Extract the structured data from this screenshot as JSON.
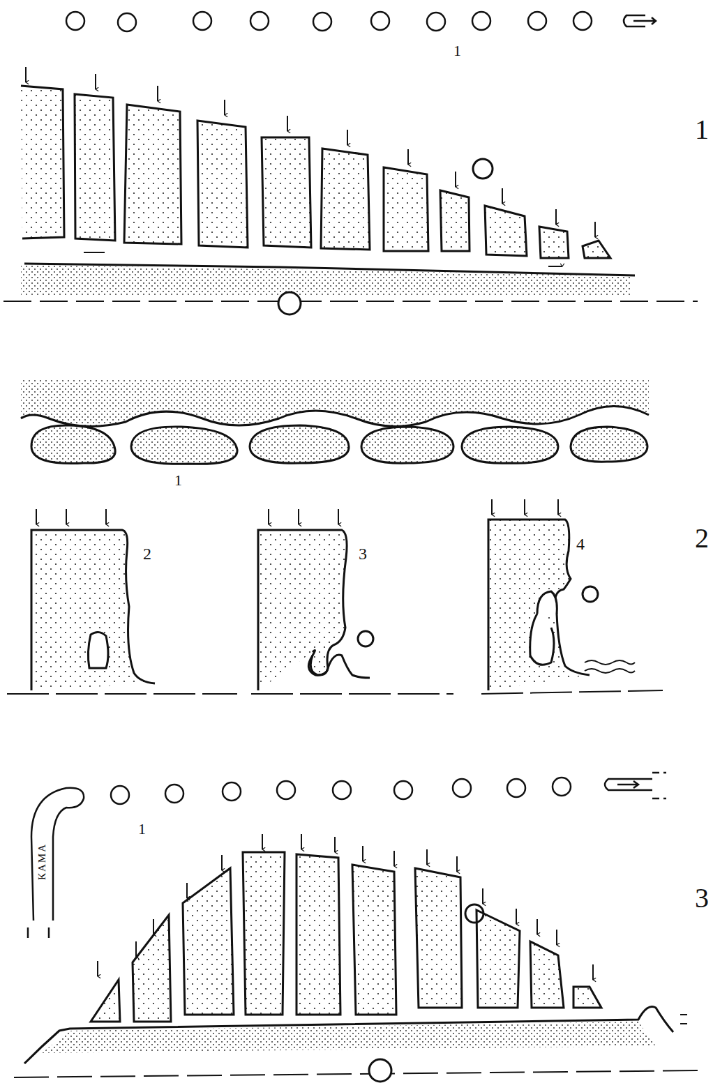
{
  "diagram": {
    "labels": [
      "1",
      "1",
      "1",
      "2",
      "3",
      "4",
      "2",
      "1",
      "КАМА",
      "3"
    ]
  }
}
